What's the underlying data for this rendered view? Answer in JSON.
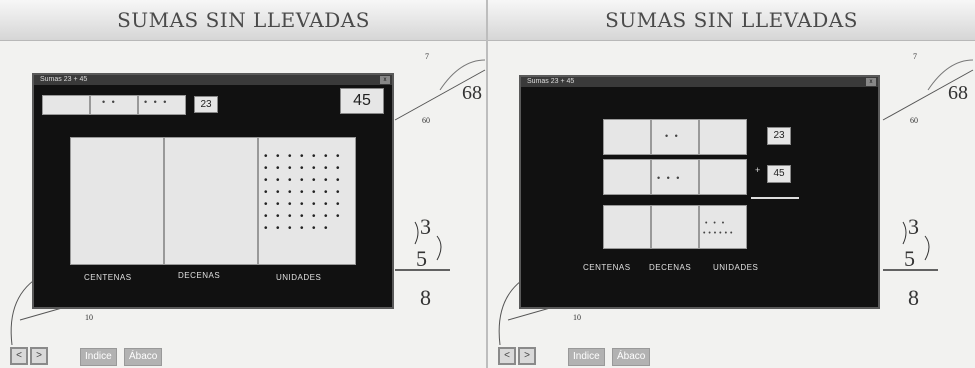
{
  "left_panel": {
    "title": "SUMAS SIN LLEVADAS",
    "window_title": "Sumas 23 + 45",
    "close_glyph": "x",
    "top_box_dots_tens": "• •",
    "top_box_dots_units": "• • •",
    "addend_a": "23",
    "addend_b": "45",
    "unit_glyphs_count": 48,
    "unit_glyph": "•",
    "labels": [
      "CENTENAS",
      "DECENAS",
      "UNIDADES"
    ],
    "side": {
      "top_small": "7",
      "big": "68",
      "mid": "60",
      "frac_num": "3",
      "frac_den": "5",
      "result": "8",
      "bottom": "10"
    },
    "nav": {
      "prev": "<",
      "next": ">",
      "index": "Indice",
      "abacus": "Ábaco"
    }
  },
  "right_panel": {
    "title": "SUMAS SIN LLEVADAS",
    "window_title": "Sumas 23 + 45",
    "close_glyph": "x",
    "row1_dots": "• •",
    "row2_dots": "• • •",
    "result_dots_top": "• • •",
    "result_dots_bottom": "• • • • • •",
    "addend_a": "23",
    "addend_b": "45",
    "plus": "+",
    "labels": [
      "CENTENAS",
      "DECENAS",
      "UNIDADES"
    ],
    "side": {
      "top_small": "7",
      "big": "68",
      "mid": "60",
      "frac_num": "3",
      "frac_den": "5",
      "result": "8",
      "bottom": "10"
    },
    "nav": {
      "prev": "<",
      "next": ">",
      "index": "Indice",
      "abacus": "Ábaco"
    }
  }
}
